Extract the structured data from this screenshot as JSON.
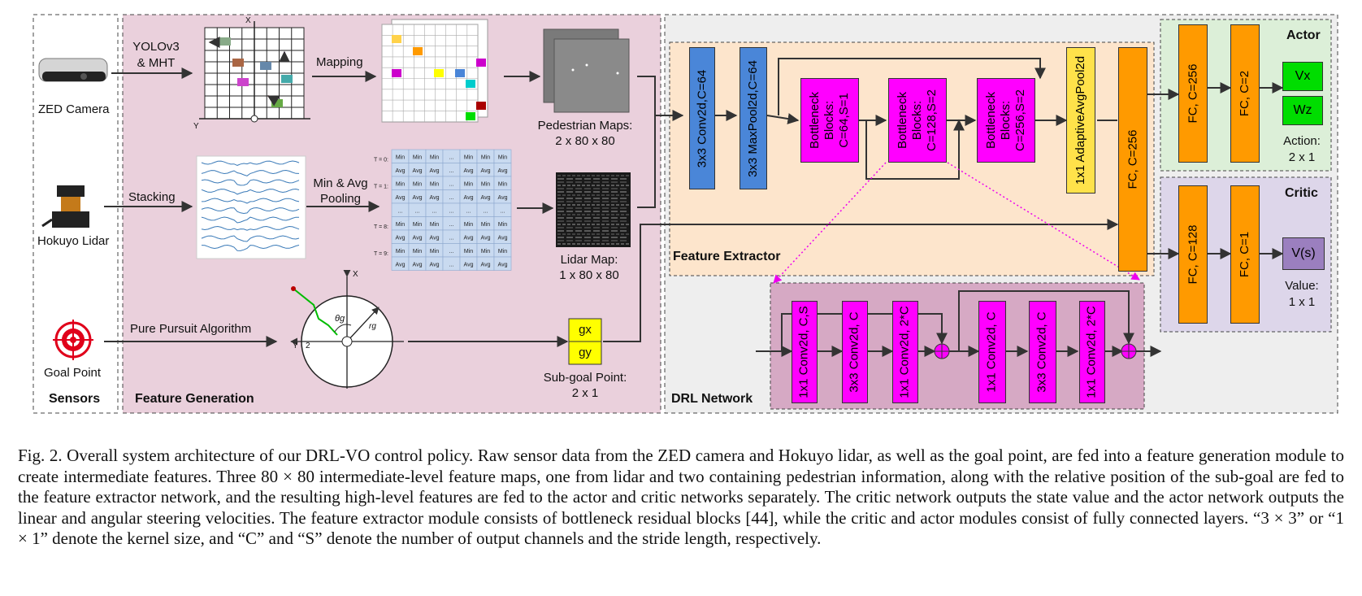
{
  "sections": {
    "sensors": "Sensors",
    "feature_generation": "Feature Generation",
    "drl_network": "DRL Network",
    "feature_extractor": "Feature Extractor",
    "actor": "Actor",
    "critic": "Critic"
  },
  "sensors": {
    "camera": "ZED Camera",
    "lidar": "Hokuyo Lidar",
    "goal": "Goal Point"
  },
  "steps": {
    "yolo_line1": "YOLOv3",
    "yolo_line2": "& MHT",
    "mapping": "Mapping",
    "stacking": "Stacking",
    "minavg_line1": "Min & Avg",
    "minavg_line2": "Pooling",
    "pure_pursuit": "Pure Pursuit Algorithm"
  },
  "outputs": {
    "ped_maps_line1": "Pedestrian Maps:",
    "ped_maps_line2": "2 x 80 x 80",
    "lidar_map_line1": "Lidar Map:",
    "lidar_map_line2": "1 x 80 x 80",
    "subgoal_line1": "Sub-goal Point:",
    "subgoal_line2": "2 x 1",
    "gx": "gx",
    "gy": "gy"
  },
  "pooling_table": {
    "row_labels": [
      "T = 0:",
      "T = 1:",
      "T = 8:",
      "T = 9:"
    ],
    "min_row": [
      "Min",
      "Min",
      "Min",
      "...",
      "Min",
      "Min",
      "Min"
    ],
    "avg_row": [
      "Avg",
      "Avg",
      "Avg",
      "...",
      "Avg",
      "Avg",
      "Avg"
    ]
  },
  "feature_extractor": {
    "conv1": "3x3 Conv2d,C=64",
    "maxpool": "3x3 MaxPool2d,C=64",
    "bn1": [
      "Bottleneck",
      "Blocks:",
      "C=64,S=1"
    ],
    "bn2": [
      "Bottleneck",
      "Blocks:",
      "C=128,S=2"
    ],
    "bn3": [
      "Bottleneck",
      "Blocks:",
      "C=256,S=2"
    ],
    "avgpool": "1x1 AdaptiveAvgPool2d",
    "fc": "FC, C=256"
  },
  "bottleneck": {
    "b1": "1x1 Conv2d, C,S",
    "b2": "3x3 Conv2d, C",
    "b3": "1x1 Conv2d, 2*C",
    "b4": "1x1 Conv2d, C",
    "b5": "3x3 Conv2d, C",
    "b6": "1x1 Conv2d, 2*C"
  },
  "actor": {
    "fc1": "FC, C=256",
    "fc2": "FC, C=2",
    "vx": "Vx",
    "wz": "Wz",
    "out_line1": "Action:",
    "out_line2": "2 x 1"
  },
  "critic": {
    "fc1": "FC, C=128",
    "fc2": "FC, C=1",
    "vs": "V(s)",
    "out_line1": "Value:",
    "out_line2": "1 x 1"
  },
  "polar": {
    "x": "X",
    "y": "Y",
    "two": "2",
    "theta": "θg",
    "r": "rg"
  },
  "grid_axes": {
    "x": "X",
    "y": "Y"
  },
  "caption": {
    "paragraph": "Fig. 2.    Overall system architecture of our DRL-VO control policy. Raw sensor data from the ZED camera and Hokuyo lidar, as well as the goal point, are fed into a feature generation module to create intermediate features. Three 80 × 80 intermediate-level feature maps, one from lidar and two containing pedestrian information, along with the relative position of the sub-goal are fed to the feature extractor network, and the resulting high-level features are fed to the actor and critic networks separately. The critic network outputs the state value and the actor network outputs the linear and angular steering velocities. The feature extractor module consists of bottleneck residual blocks [44], while the critic and actor modules consist of fully connected layers. “3 × 3” or “1 × 1” denote the kernel size, and “C” and “S” denote the number of output channels and the stride length, respectively."
  },
  "colors": {
    "feature_gen_bg": "#ead0dc",
    "feature_ext_bg": "#fde5cc",
    "drl_bg": "#eeeeee",
    "actor_bg": "#dcefd8",
    "critic_bg": "#ddd6ea",
    "bottleneck_bg": "#d6a9c4",
    "blue": "#4a86d8",
    "magenta": "#ff00ff",
    "orange": "#ff9a00",
    "yellow": "#ffff00",
    "green": "#00dd00",
    "purple": "#9b7fbf"
  }
}
